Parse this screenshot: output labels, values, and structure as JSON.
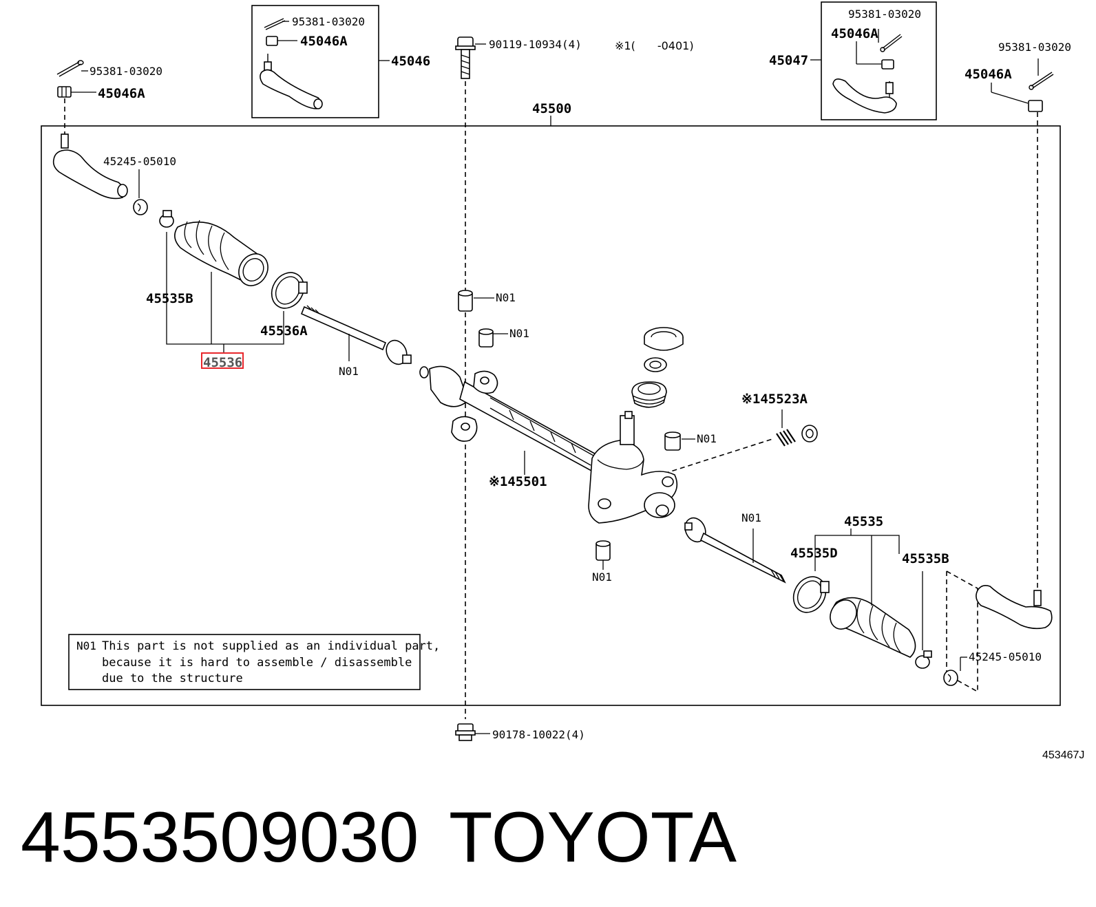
{
  "diagram": {
    "labels": {
      "cotter_pin_tl": "95381-03020",
      "nut_tl": "45046A",
      "kit_left_pin": "95381-03020",
      "kit_left_nut": "45046A",
      "kit_left": "45046",
      "bolt": "90119-10934(4)",
      "bolt_note": "※1(　　-0401)",
      "kit_right": "45047",
      "kit_right_pin": "95381-03020",
      "kit_right_nut": "45046A",
      "cotter_pin_tr": "95381-03020",
      "nut_tr": "45046A",
      "gear_assy": "45500",
      "clip_left": "45245-05010",
      "boot_left": "45535B",
      "clamp_left": "45536A",
      "kit_boot_left": "45536",
      "tie_rod_left": "N01",
      "bush_upper": "N01",
      "bush_upper2": "N01",
      "spring_kit": "※145523A",
      "bush_right": "N01",
      "rack_housing": "※145501",
      "tie_rod_right": "N01",
      "boot_kit_right": "45535",
      "clamp_right": "45535D",
      "boot_right": "45535B",
      "bush_lower": "N01",
      "clip_right": "45245-05010",
      "nut_bottom": "90178-10022(4)"
    },
    "note": {
      "code": "N01",
      "lines": [
        "This part is not supplied as an individual part,",
        "because it is hard to assemble / disassemble",
        "due to the structure"
      ]
    },
    "reference": "453467J",
    "highlight_color": "#e8262b"
  },
  "caption": {
    "part_number": "4553509030",
    "brand": "TOYOTA"
  }
}
